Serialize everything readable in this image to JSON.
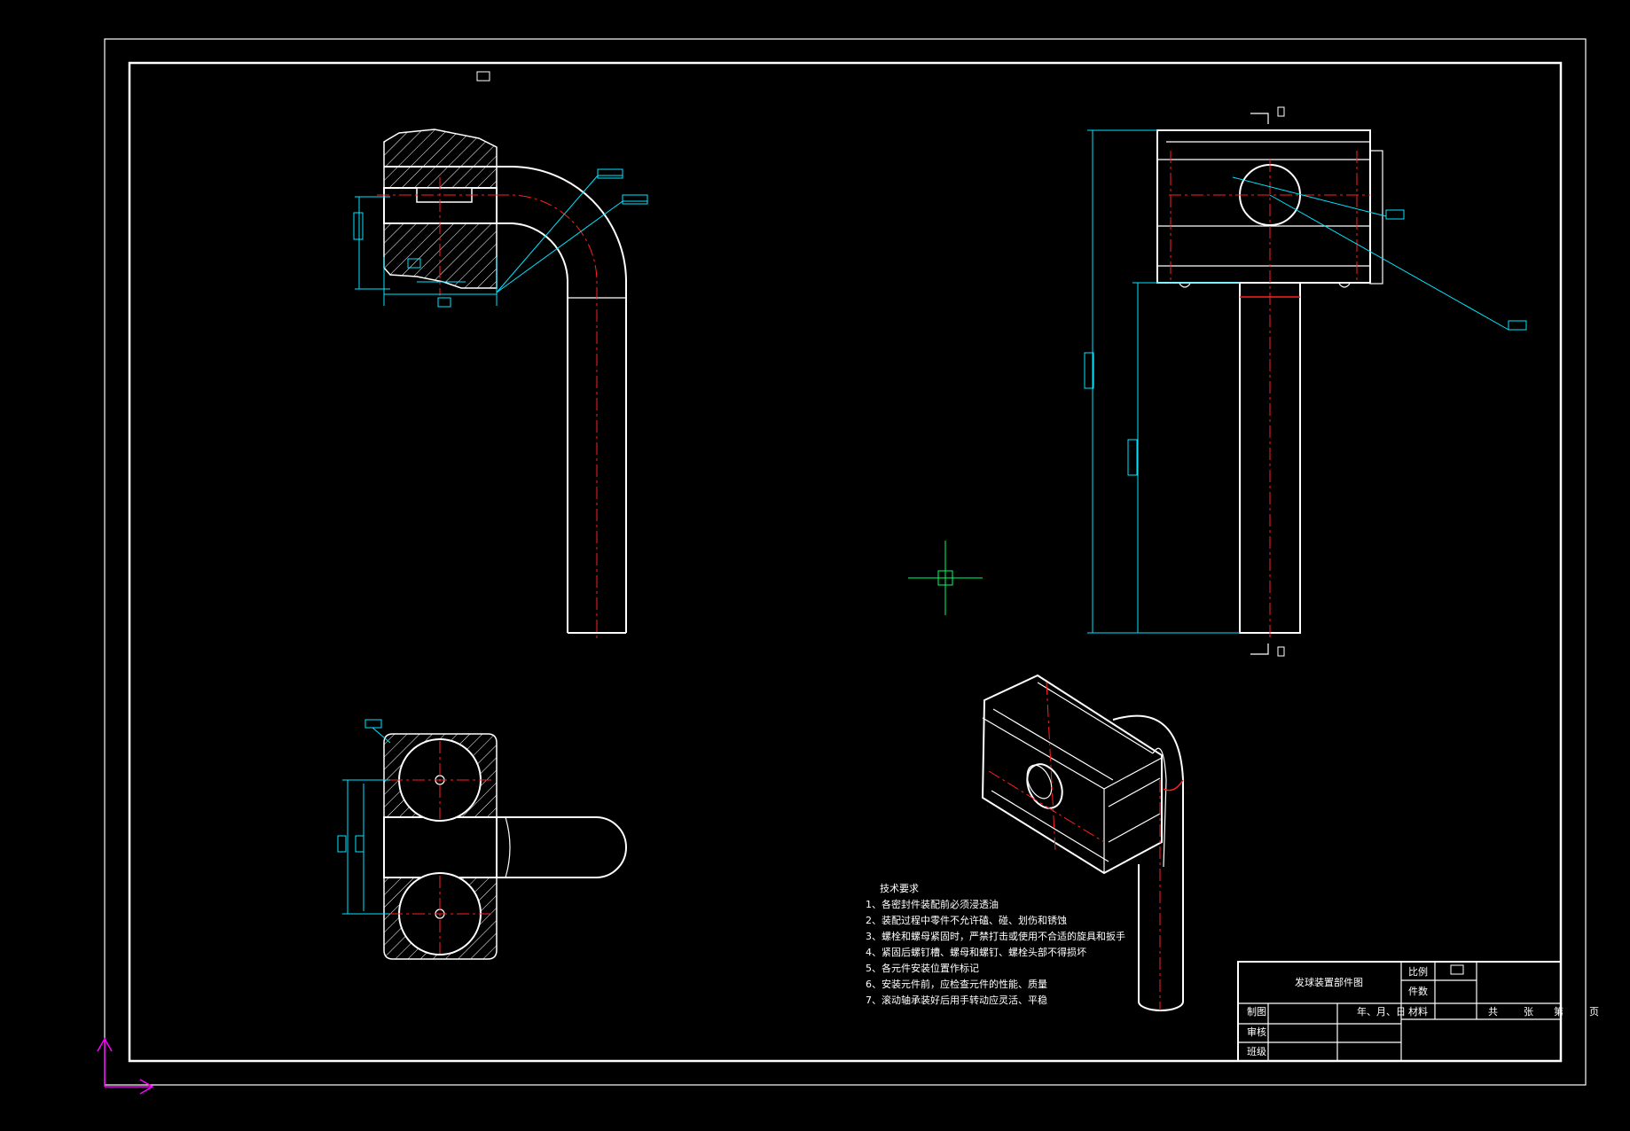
{
  "technical_requirements": {
    "title": "技术要求",
    "items": [
      "1、各密封件装配前必须浸透油",
      "2、装配过程中零件不允许磕、碰、划伤和锈蚀",
      "3、螺栓和螺母紧固时，严禁打击或使用不合适的旋具和扳手",
      "4、紧固后螺钉槽、螺母和螺钉、螺栓头部不得损坏",
      "5、各元件安装位置作标记",
      "6、安装元件前，应检查元件的性能、质量",
      "7、滚动轴承装好后用手转动应灵活、平稳"
    ]
  },
  "title_block": {
    "drawing_name": "发球装置部件图",
    "scale_label": "比例",
    "quantity_label": "件数",
    "material_label": "材料",
    "drawn_by_label": "制图",
    "date_label": "年、月、日",
    "checked_label": "审核",
    "class_label": "班级",
    "sheet_total": "共",
    "sheet_unit": "张",
    "sheet_no": "第",
    "page_unit": "页"
  },
  "colors": {
    "background": "#000000",
    "outline": "#ffffff",
    "dimension": "#00e5ff",
    "centerline": "#ff2020",
    "ucs": "#ff00ff",
    "cursor": "#00ff66"
  }
}
